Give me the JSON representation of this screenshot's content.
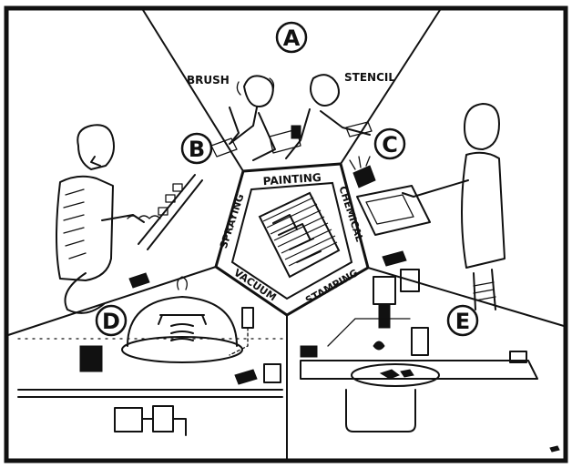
{
  "sections": {
    "a": {
      "letter": "A",
      "left_label": "BRUSH",
      "right_label": "STENCIL"
    },
    "b": {
      "letter": "B"
    },
    "c": {
      "letter": "C"
    },
    "d": {
      "letter": "D"
    },
    "e": {
      "letter": "E"
    }
  },
  "center": {
    "top": "PAINTING",
    "right": "CHEMICAL",
    "bottom_right": "STAMPING",
    "bottom_left": "VACUUM",
    "left": "SPRAYING"
  }
}
